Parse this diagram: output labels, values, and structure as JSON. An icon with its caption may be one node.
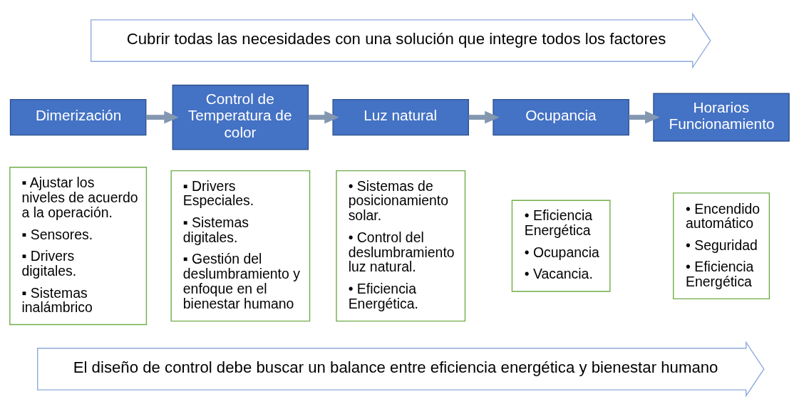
{
  "diagram": {
    "nodes": [
      {
        "text": [
          "Cubrir todas las necesidades con una solución que integre todos los factores"
        ]
      },
      {
        "text": [
          "Dimerización"
        ]
      },
      {
        "text": [
          "▪ Ajustar los niveles de acuerdo a la operación.",
          "▪ Sensores.",
          "▪ Drivers digitales.",
          "▪ Sistemas inalámbrico"
        ]
      },
      {
        "text": [
          "Control de Temperatura de color"
        ]
      },
      {
        "text": [
          "▪ Drivers Especiales.",
          "▪ Sistemas digitales.",
          "▪ Gestión del deslumbramiento y enfoque en el bienestar humano"
        ]
      },
      {
        "text": [
          "Luz natural"
        ]
      },
      {
        "text": [
          "• Sistemas de posicionamiento solar.",
          "• Control del deslumbramiento luz natural.",
          "• Eficiencia Energética."
        ]
      },
      {
        "text": [
          "Ocupancia"
        ]
      },
      {
        "text": [
          "• Eficiencia Energética",
          "• Ocupancia",
          "• Vacancia."
        ]
      },
      {
        "text": [
          "Horarios Funcionamiento"
        ]
      },
      {
        "text": [
          "• Encendido automático",
          "• Seguridad",
          "• Eficiencia Energética"
        ]
      },
      {
        "text": [
          "El diseño de control debe buscar un balance entre eficiencia energética y bienestar humano"
        ]
      }
    ],
    "edges": [
      {
        "from": 1,
        "to": 3,
        "arrow": "to"
      },
      {
        "from": 3,
        "to": 5,
        "arrow": "to"
      },
      {
        "from": 5,
        "to": 7,
        "arrow": "to"
      },
      {
        "from": 7,
        "to": 9,
        "arrow": "to"
      }
    ]
  }
}
